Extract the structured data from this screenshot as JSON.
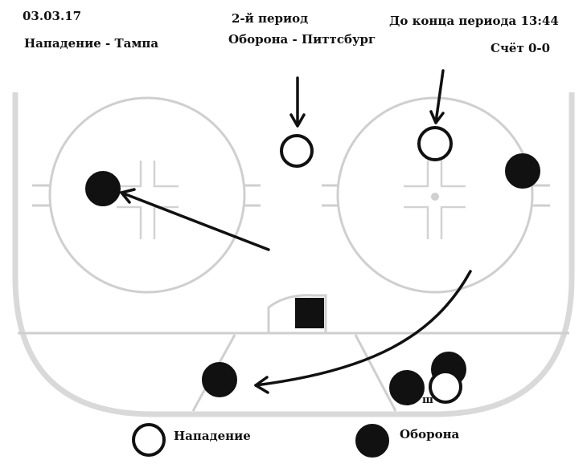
{
  "header": {
    "date": "03.03.17",
    "period": "2-й период",
    "time_left": "До конца периода 13:44",
    "offense": "Нападение - Тампа",
    "defense": "Оборона - Питтсбург",
    "score": "Счёт 0-0"
  },
  "marker_label": "ш",
  "legend": {
    "offense_label": "Нападение",
    "defense_label": "Оборона"
  },
  "colors": {
    "ink": "#111111",
    "rink_lines": "#cfcfcf",
    "background": "#ffffff"
  }
}
